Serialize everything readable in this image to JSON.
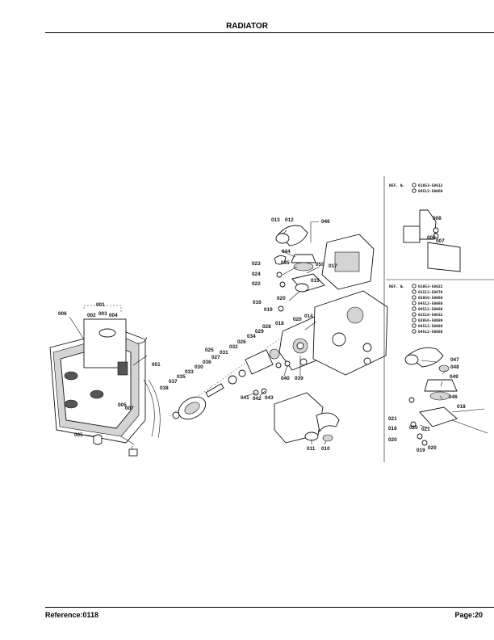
{
  "header": {
    "title": "RADIATOR"
  },
  "footer": {
    "reference": "Reference:0118",
    "page": "Page:20"
  },
  "ref_box_top": {
    "label": "REF. №.",
    "codes": [
      "01053-50612",
      "04512-50060"
    ],
    "callouts": [
      "008",
      "009",
      "007"
    ]
  },
  "ref_box_bottom": {
    "label": "REF. №.",
    "codes": [
      "01053-50822",
      "01513-50870",
      "02056-50060",
      "04512-50080",
      "04512-50080",
      "01518-50832",
      "02056-50080",
      "04512-50080",
      "04512-50080"
    ],
    "callouts": [
      "047",
      "048",
      "049",
      "046",
      "018",
      "021",
      "016",
      "020",
      "021",
      "019",
      "020",
      "020"
    ]
  },
  "callouts": {
    "c001": "001",
    "c002": "002",
    "c003": "003",
    "c004": "004",
    "c006": "006",
    "c005": "005",
    "c005b": "005",
    "c007": "007",
    "c051": "051",
    "c013": "013",
    "c012": "012",
    "c046": "046",
    "c044": "044",
    "c023": "023",
    "c045": "045",
    "c050": "050",
    "c017": "017",
    "c024": "024",
    "c015": "015",
    "c022": "022",
    "c016": "016",
    "c020": "020",
    "c019": "019",
    "c014": "014",
    "c020b": "020",
    "c018": "018",
    "c028": "028",
    "c029": "029",
    "c034": "034",
    "c026": "026",
    "c032": "032",
    "c025": "025",
    "c031": "031",
    "c027": "027",
    "c036": "036",
    "c030": "030",
    "c033": "033",
    "c035": "035",
    "c037": "037",
    "c038": "038",
    "c040": "040",
    "c039": "039",
    "c041": "041",
    "c042": "042",
    "c043": "043",
    "c011": "011",
    "c010": "010"
  }
}
